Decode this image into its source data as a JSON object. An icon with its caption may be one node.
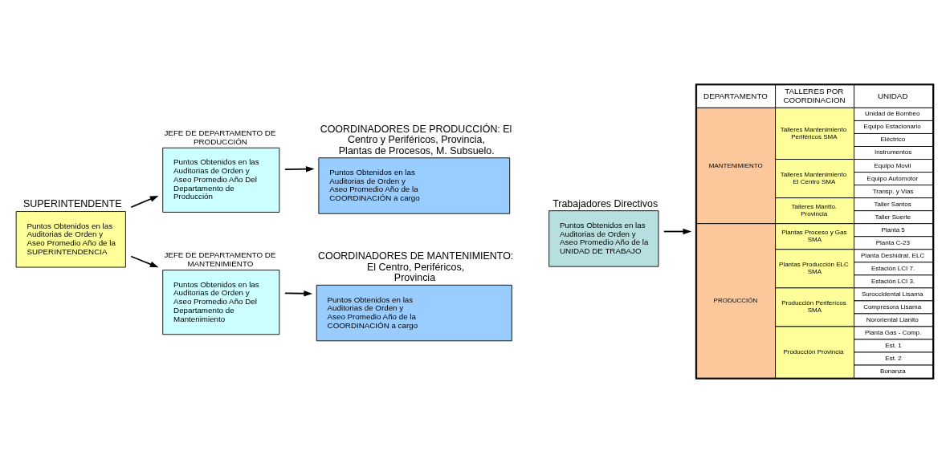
{
  "diagram": {
    "nodes": [
      {
        "text": [
          "SUPERINTENDENTE",
          "Puntos Obtenidos en las Auditorias de Orden y Aseo Promedio Año de la SUPERINTENDENCIA"
        ]
      },
      {
        "text": [
          "JEFE DE DEPARTAMENTO DE PRODUCCIÓN",
          "Puntos Obtenidos en las Auditorias de Orden y Aseo Promedio Año Del Departamento de Producción"
        ]
      },
      {
        "text": [
          "JEFE DE DEPARTAMENTO DE MANTENIMIENTO",
          "Puntos Obtenidos en las Auditorias de Orden y Aseo Promedio Año Del Departamento de Mantenimiento"
        ]
      },
      {
        "text": [
          "COORDINADORES DE PRODUCCIÓN: El Centro y Periféricos, Provincia, Plantas de Procesos, M. Subsuelo.",
          "Puntos Obtenidos en las Auditorias de Orden y Aseo Promedio Año de la COORDINACIÓN a cargo"
        ]
      },
      {
        "text": [
          "COORDINADORES DE MANTENIMIENTO: El Centro, Periféricos, Provincia",
          "Puntos Obtenidos en las Auditorias de Orden y Aseo Promedio Año de la COORDINACIÓN a cargo"
        ]
      },
      {
        "text": [
          "Trabajadores Directivos",
          "Puntos Obtenidos en las Auditorias de Orden y Aseo Promedio Año de la UNIDAD DE TRABAJO"
        ]
      },
      {
        "text": [
          "DEPARTAMENTO",
          "TALLERES POR COORDINACION",
          "UNIDAD",
          "MANTENIMIENTO",
          "Talleres Mantenimiento Periféricos SMA",
          "Unidad de Bombeo",
          "Equipo Estacionario",
          "Eléctrico",
          "Instrumentos",
          "Talleres Mantenimiento El Centro SMA",
          "Equipo Movil",
          "Equipo Automotor",
          "Transp. y Vias",
          "Talleres Mantto. Provincia",
          "Taller Santos",
          "Taller Suerte",
          "PRODUCCIÓN",
          "Plantas Proceso y Gas SMA",
          "Planta 5",
          "Planta C-23",
          "Plantas Producción ELC SMA",
          "Planta Deshidrat. ELC",
          "Estación LCI 7.",
          "Estación LCI 3.",
          "Producción Periferícos SMA",
          "Suroccidental Lisama",
          "Compresora Lisama",
          "Nororiental Llanito",
          "Producción Provincia",
          "Planta Gas - Comp.",
          "Est. 1",
          "Est. 2",
          "Bonanza"
        ]
      }
    ],
    "edges": [
      {
        "from": 0,
        "to": 1,
        "arrow": "to"
      },
      {
        "from": 0,
        "to": 2,
        "arrow": "to"
      },
      {
        "from": 1,
        "to": 3,
        "arrow": "to"
      },
      {
        "from": 2,
        "to": 4,
        "arrow": "to"
      },
      {
        "from": 5,
        "to": 6,
        "arrow": "to"
      }
    ]
  }
}
